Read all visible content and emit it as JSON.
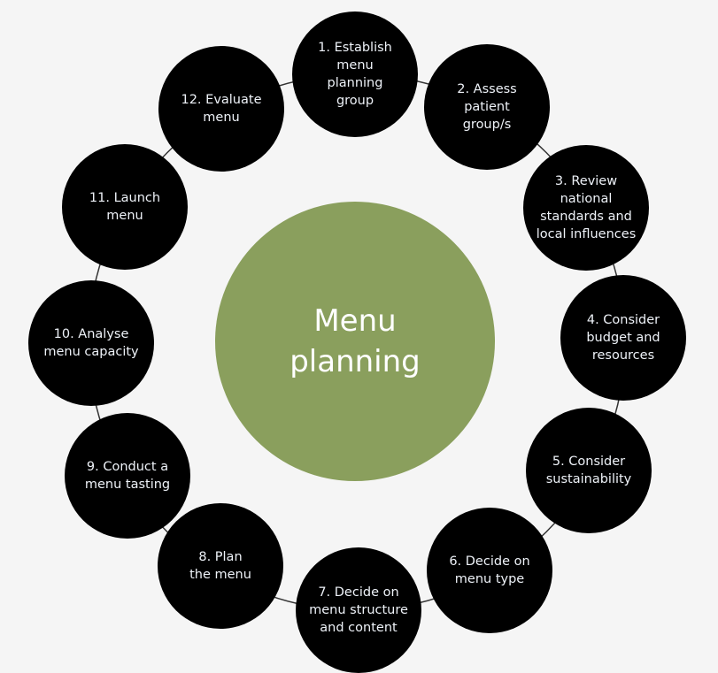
{
  "title": "Menu\nplanning",
  "steps": [
    "1. Establish\nmenu\nplanning\ngroup",
    "2. Assess\npatient\ngroup/s",
    "3. Review\nnational\nstandards and\nlocal influences",
    "4. Consider\nbudget and\nresources",
    "5. Consider\nsustainability",
    "6. Decide on\nmenu type",
    "7. Decide on\nmenu structure\nand content",
    "8. Plan\nthe menu",
    "9. Conduct a\nmenu tasting",
    "10. Analyse\nmenu capacity",
    "11. Launch\nmenu",
    "12. Evaluate\nmenu"
  ],
  "colors": {
    "hub": "#8a9f5d",
    "node": "#000000",
    "text": "#eef2f8"
  }
}
